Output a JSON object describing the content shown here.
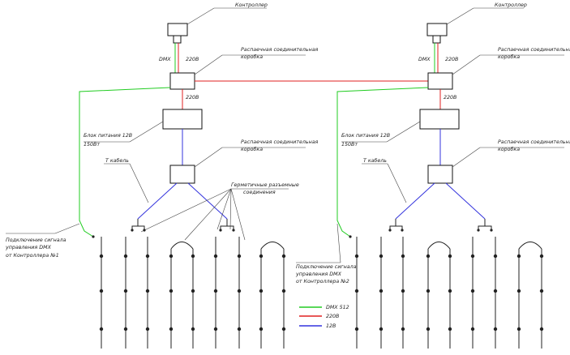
{
  "colors": {
    "dmx": "#22cc22",
    "v220": "#e02020",
    "v12": "#3333dd",
    "line": "#111111"
  },
  "labels": {
    "controller": "Контроллер",
    "junction_box_1": "Распаечная соединительная",
    "junction_box_2": "коробка",
    "dmx": "DMX",
    "v220": "220В",
    "psu_1": "Блок питания 12В",
    "psu_2": "150Вт",
    "t_cable": "Т кабель",
    "sealed_1": "Герметичные разъемные",
    "sealed_2": "соединения",
    "signal_1": "Подключение сигнала",
    "signal_2": "управления DMX",
    "signal_ctrl_1": "от Контроллера №1",
    "signal_ctrl_2": "от Контроллера №2"
  },
  "legend": [
    {
      "label": "DMX 512",
      "color": "#22cc22"
    },
    {
      "label": "220В",
      "color": "#e02020"
    },
    {
      "label": "12В",
      "color": "#3333dd"
    }
  ]
}
